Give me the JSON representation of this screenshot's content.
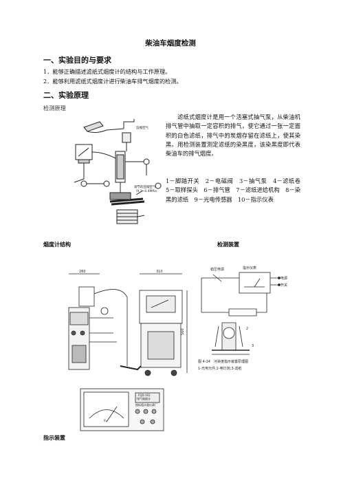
{
  "title": "柴油车烟度检测",
  "section1": {
    "heading": "一、实验目的与要求",
    "items": [
      "1．能够正确描述滤纸式烟度计的结构与工作原理。",
      "2．能够利用滤纸式烟度计进行柴油车排气烟度的检测。"
    ]
  },
  "section2": {
    "heading": "二、实验原理",
    "subheading": "检测原理",
    "paragraph": "滤纸式烟度计是用一个活塞式抽气泵，从柴油机排气管中抽取一定容积的排气，使它通过一张一定面积的白色滤纸，排气中的炭烟存留在滤纸上，使其染黑。用检测装置测定滤纸的染黑度，该染黑度即代表柴油车的排气烟度。",
    "legend": "1－脚踏开关　2－电磁阀　3－抽气泵　4－滤纸卷　5－取样探头　6－排气管　7－滤纸进给机构　8－染黑的滤纸　9－光电传感器　10－指示仪表"
  },
  "figure1": {
    "label_air": "压缩空气",
    "label_air2": "调节的压缩空气",
    "label_pressure": "（0.3~0.4MPa）"
  },
  "captions": {
    "structure": "烟度计结构",
    "detection": "检测装置",
    "indicator": "指示装置"
  },
  "figure2": {
    "dim_a": "280",
    "dim_b": "310",
    "dim_h": "560"
  },
  "figure3": {
    "label_power": "稳压电源",
    "label_meter": "指示仪表",
    "label_supply": "电源",
    "label_switch": "开关",
    "caption": "图 4-24　污染度指示装置原理图",
    "subcaption": "1-光电元件;2-电灯泡;3-滤纸"
  },
  "figure4": {
    "model": "FQD-102",
    "line1": "排气烟度计",
    "line2": "指标值计量仪表厂",
    "unit": "R₀"
  }
}
